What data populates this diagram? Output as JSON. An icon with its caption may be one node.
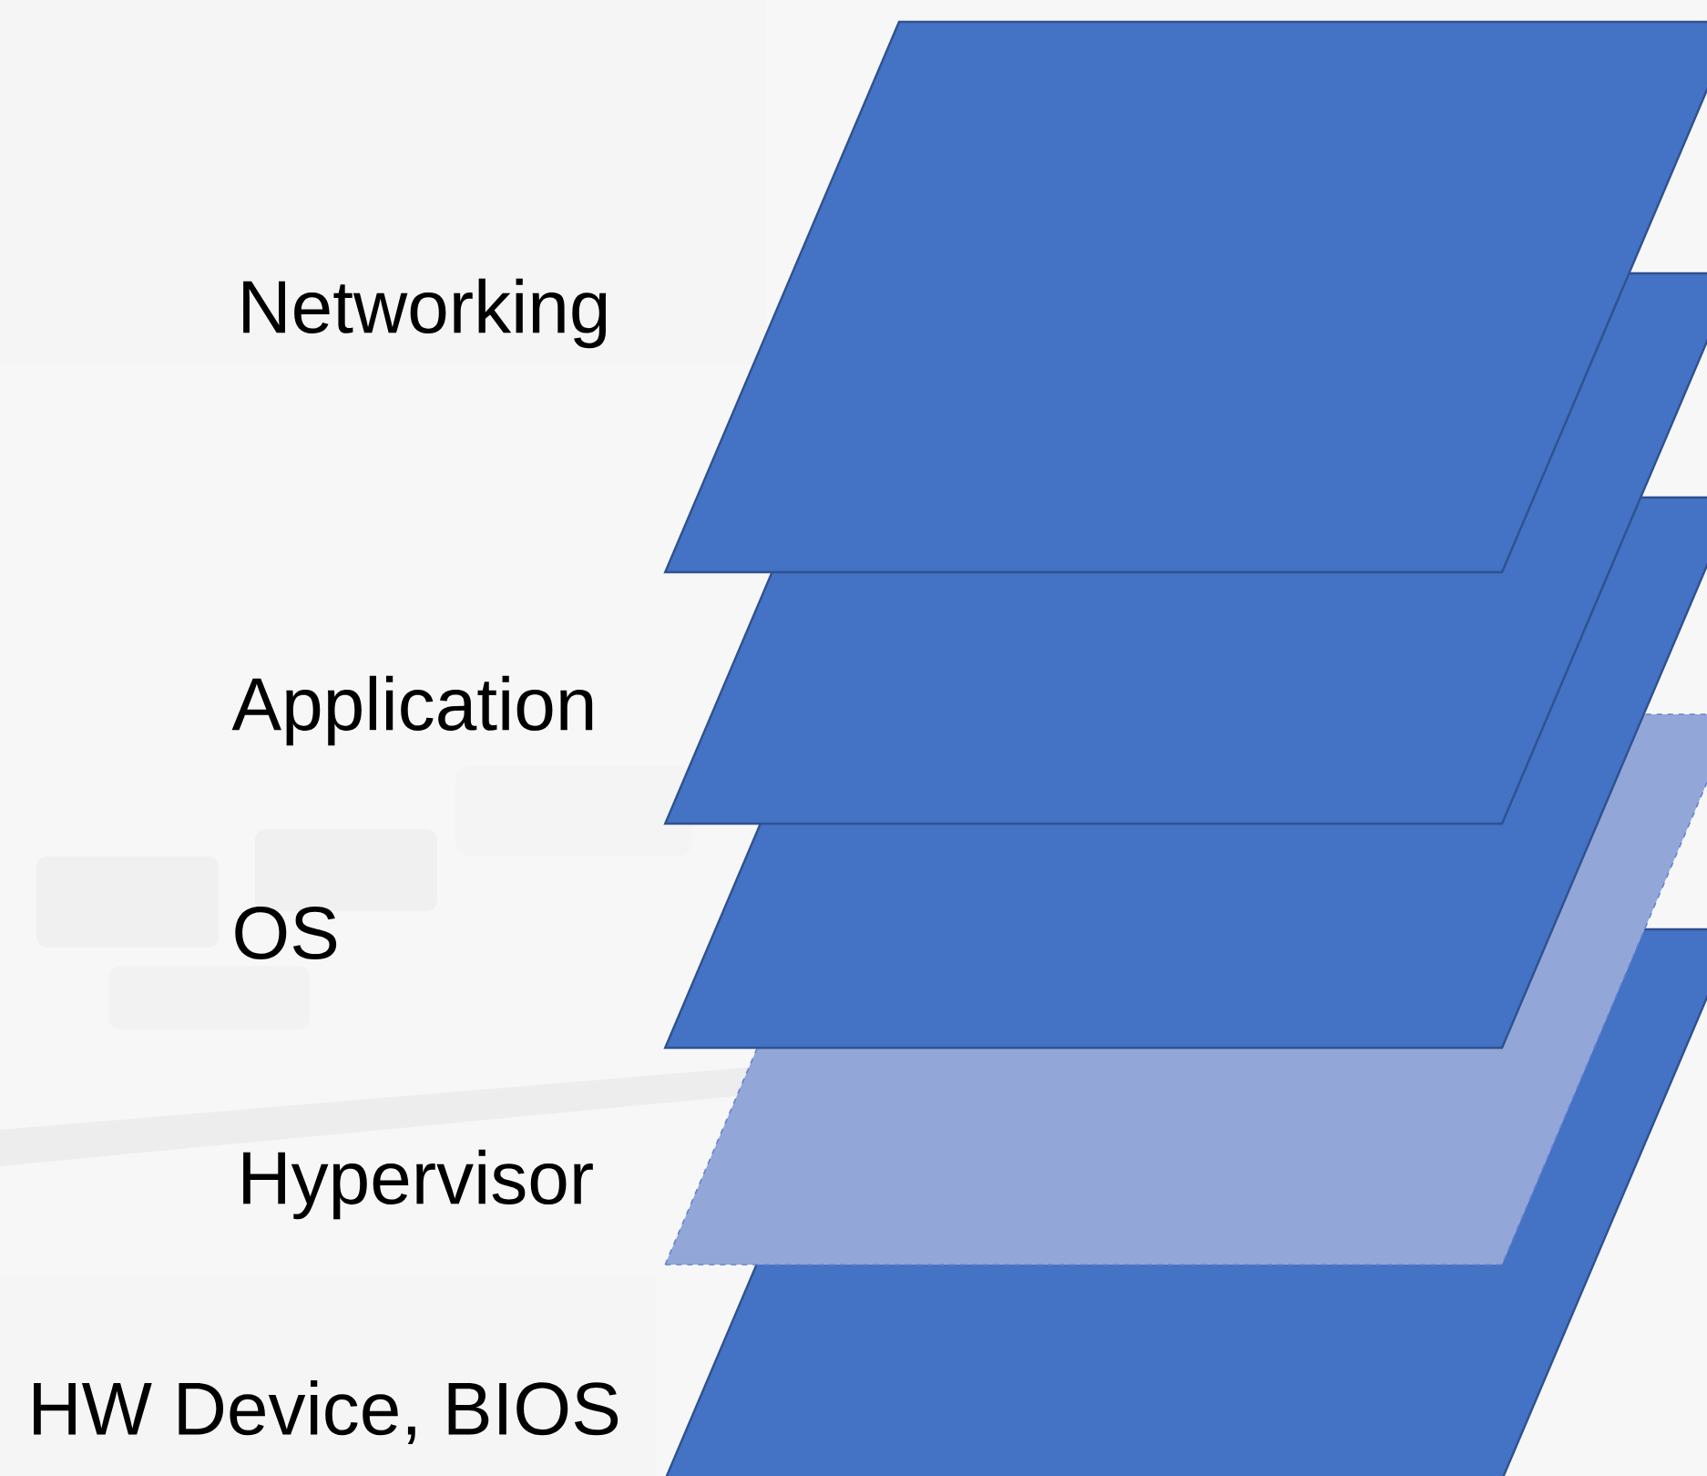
{
  "diagram": {
    "nodes": [
      {
        "text": [],
        "shape": "parallelogram"
      },
      {
        "text": [],
        "shape": "parallelogram"
      },
      {
        "text": [],
        "shape": "parallelogram"
      },
      {
        "text": [],
        "shape": "parallelogram"
      },
      {
        "text": [],
        "shape": "parallelogram"
      }
    ],
    "labels": [
      "Networking",
      "Application",
      "OS",
      "Hypervisor",
      "HW Device, BIOS"
    ]
  }
}
